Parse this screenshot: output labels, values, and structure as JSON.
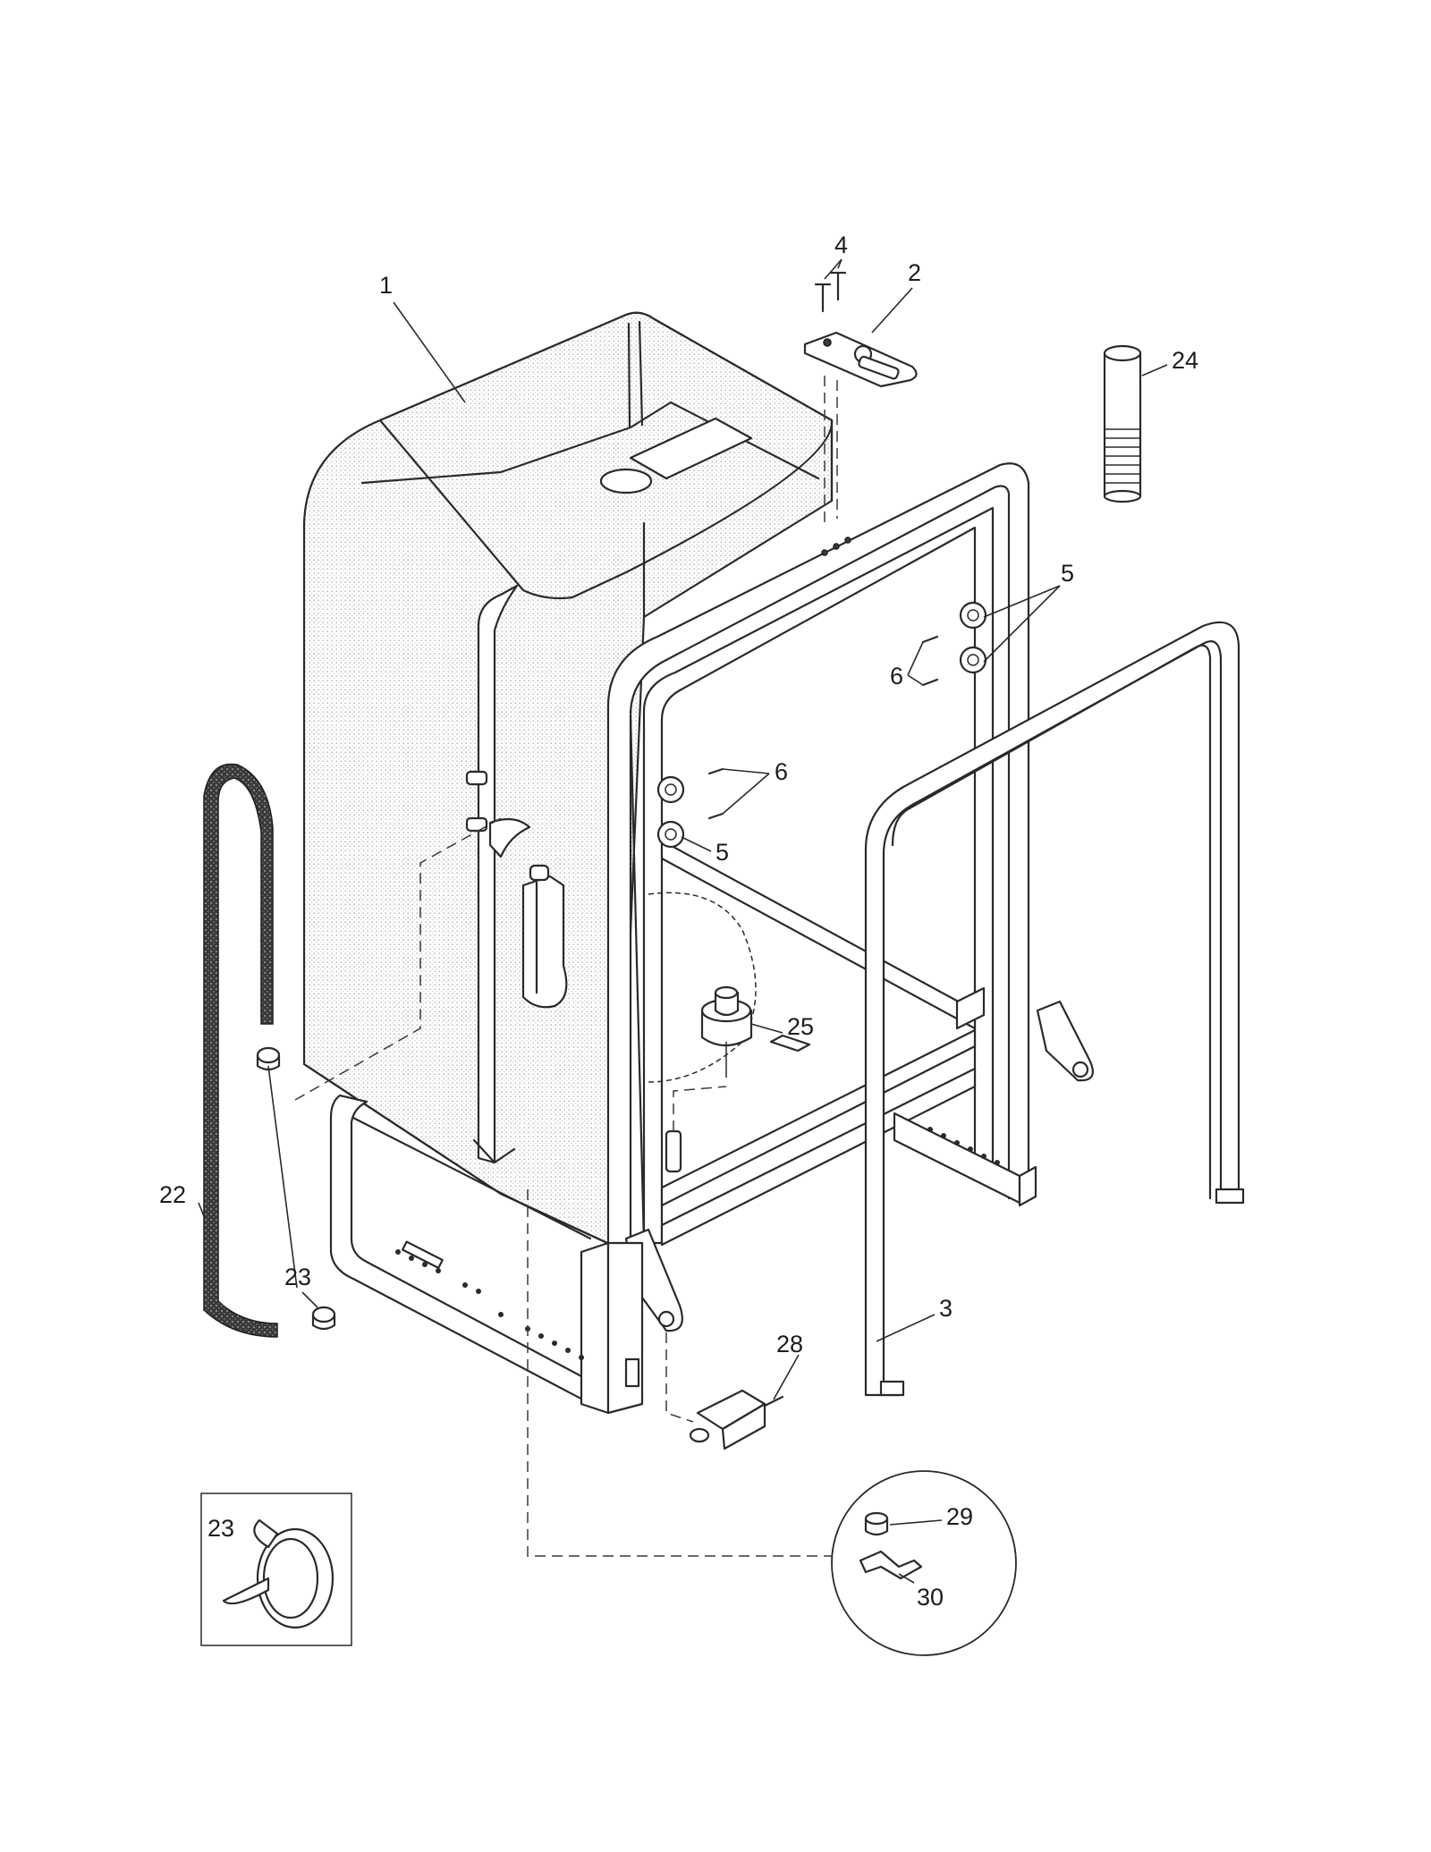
{
  "callouts": [
    {
      "id": "c1",
      "text": "1"
    },
    {
      "id": "c2",
      "text": "2"
    },
    {
      "id": "c3",
      "text": "3"
    },
    {
      "id": "c4",
      "text": "4"
    },
    {
      "id": "c5a",
      "text": "5"
    },
    {
      "id": "c5b",
      "text": "5"
    },
    {
      "id": "c6a",
      "text": "6"
    },
    {
      "id": "c6b",
      "text": "6"
    },
    {
      "id": "c22",
      "text": "22"
    },
    {
      "id": "c23a",
      "text": "23"
    },
    {
      "id": "c23b",
      "text": "23"
    },
    {
      "id": "c24",
      "text": "24"
    },
    {
      "id": "c25",
      "text": "25"
    },
    {
      "id": "c28",
      "text": "28"
    },
    {
      "id": "c29",
      "text": "29"
    },
    {
      "id": "c30",
      "text": "30"
    }
  ]
}
